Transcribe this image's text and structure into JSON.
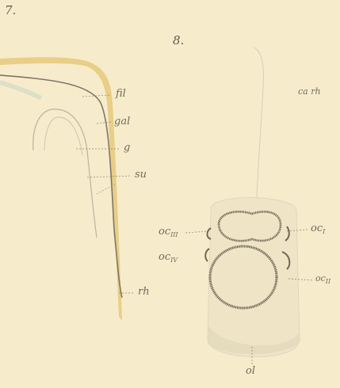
{
  "figures": [
    {
      "number": "7."
    },
    {
      "number": "8."
    }
  ],
  "labels_fig7": {
    "fil": "fil",
    "gal": "gal",
    "g": "g",
    "su": "su",
    "rh": "rh"
  },
  "labels_fig8": {
    "carh": "ca rh",
    "oc3_base": "oc",
    "oc3_sub": "III",
    "oc4_base": "oc",
    "oc4_sub": "IV",
    "oc1_base": "oc",
    "oc1_sub": "I",
    "oc2_base": "oc",
    "oc2_sub": "II",
    "ol": "ol"
  },
  "colors": {
    "paper": "#f6eccc",
    "band": "#e6c97a",
    "stroke": "#8a8270",
    "ring": "#6e6758"
  }
}
